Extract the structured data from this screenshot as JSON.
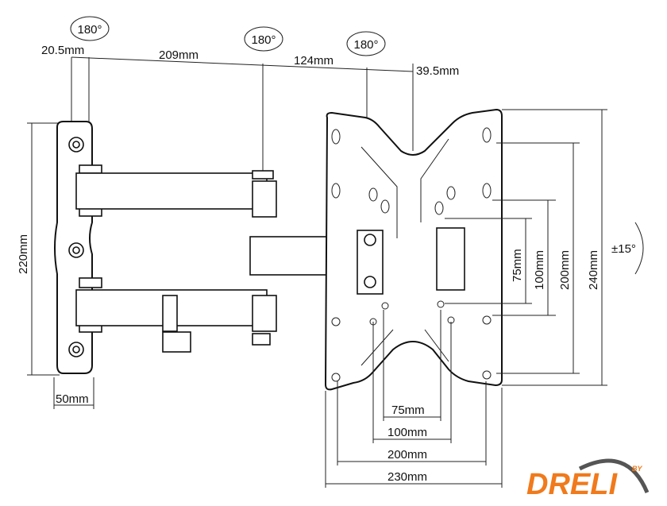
{
  "rotation_labels": [
    "180°",
    "180°",
    "180°"
  ],
  "top_dims": {
    "a": "20.5mm",
    "b": "209mm",
    "c": "124mm",
    "d": "39.5mm"
  },
  "left_dims": {
    "height": "220mm",
    "width": "50mm"
  },
  "right_dims": {
    "d75": "75mm",
    "d100": "100mm",
    "d200": "200mm",
    "d240": "240mm",
    "tilt": "±15°"
  },
  "bottom_dims": {
    "d75": "75mm",
    "d100": "100mm",
    "d200": "200mm",
    "d230": "230mm"
  },
  "logo": {
    "text": "DRELI",
    "by": "BY",
    "color": "#f07a1c"
  }
}
